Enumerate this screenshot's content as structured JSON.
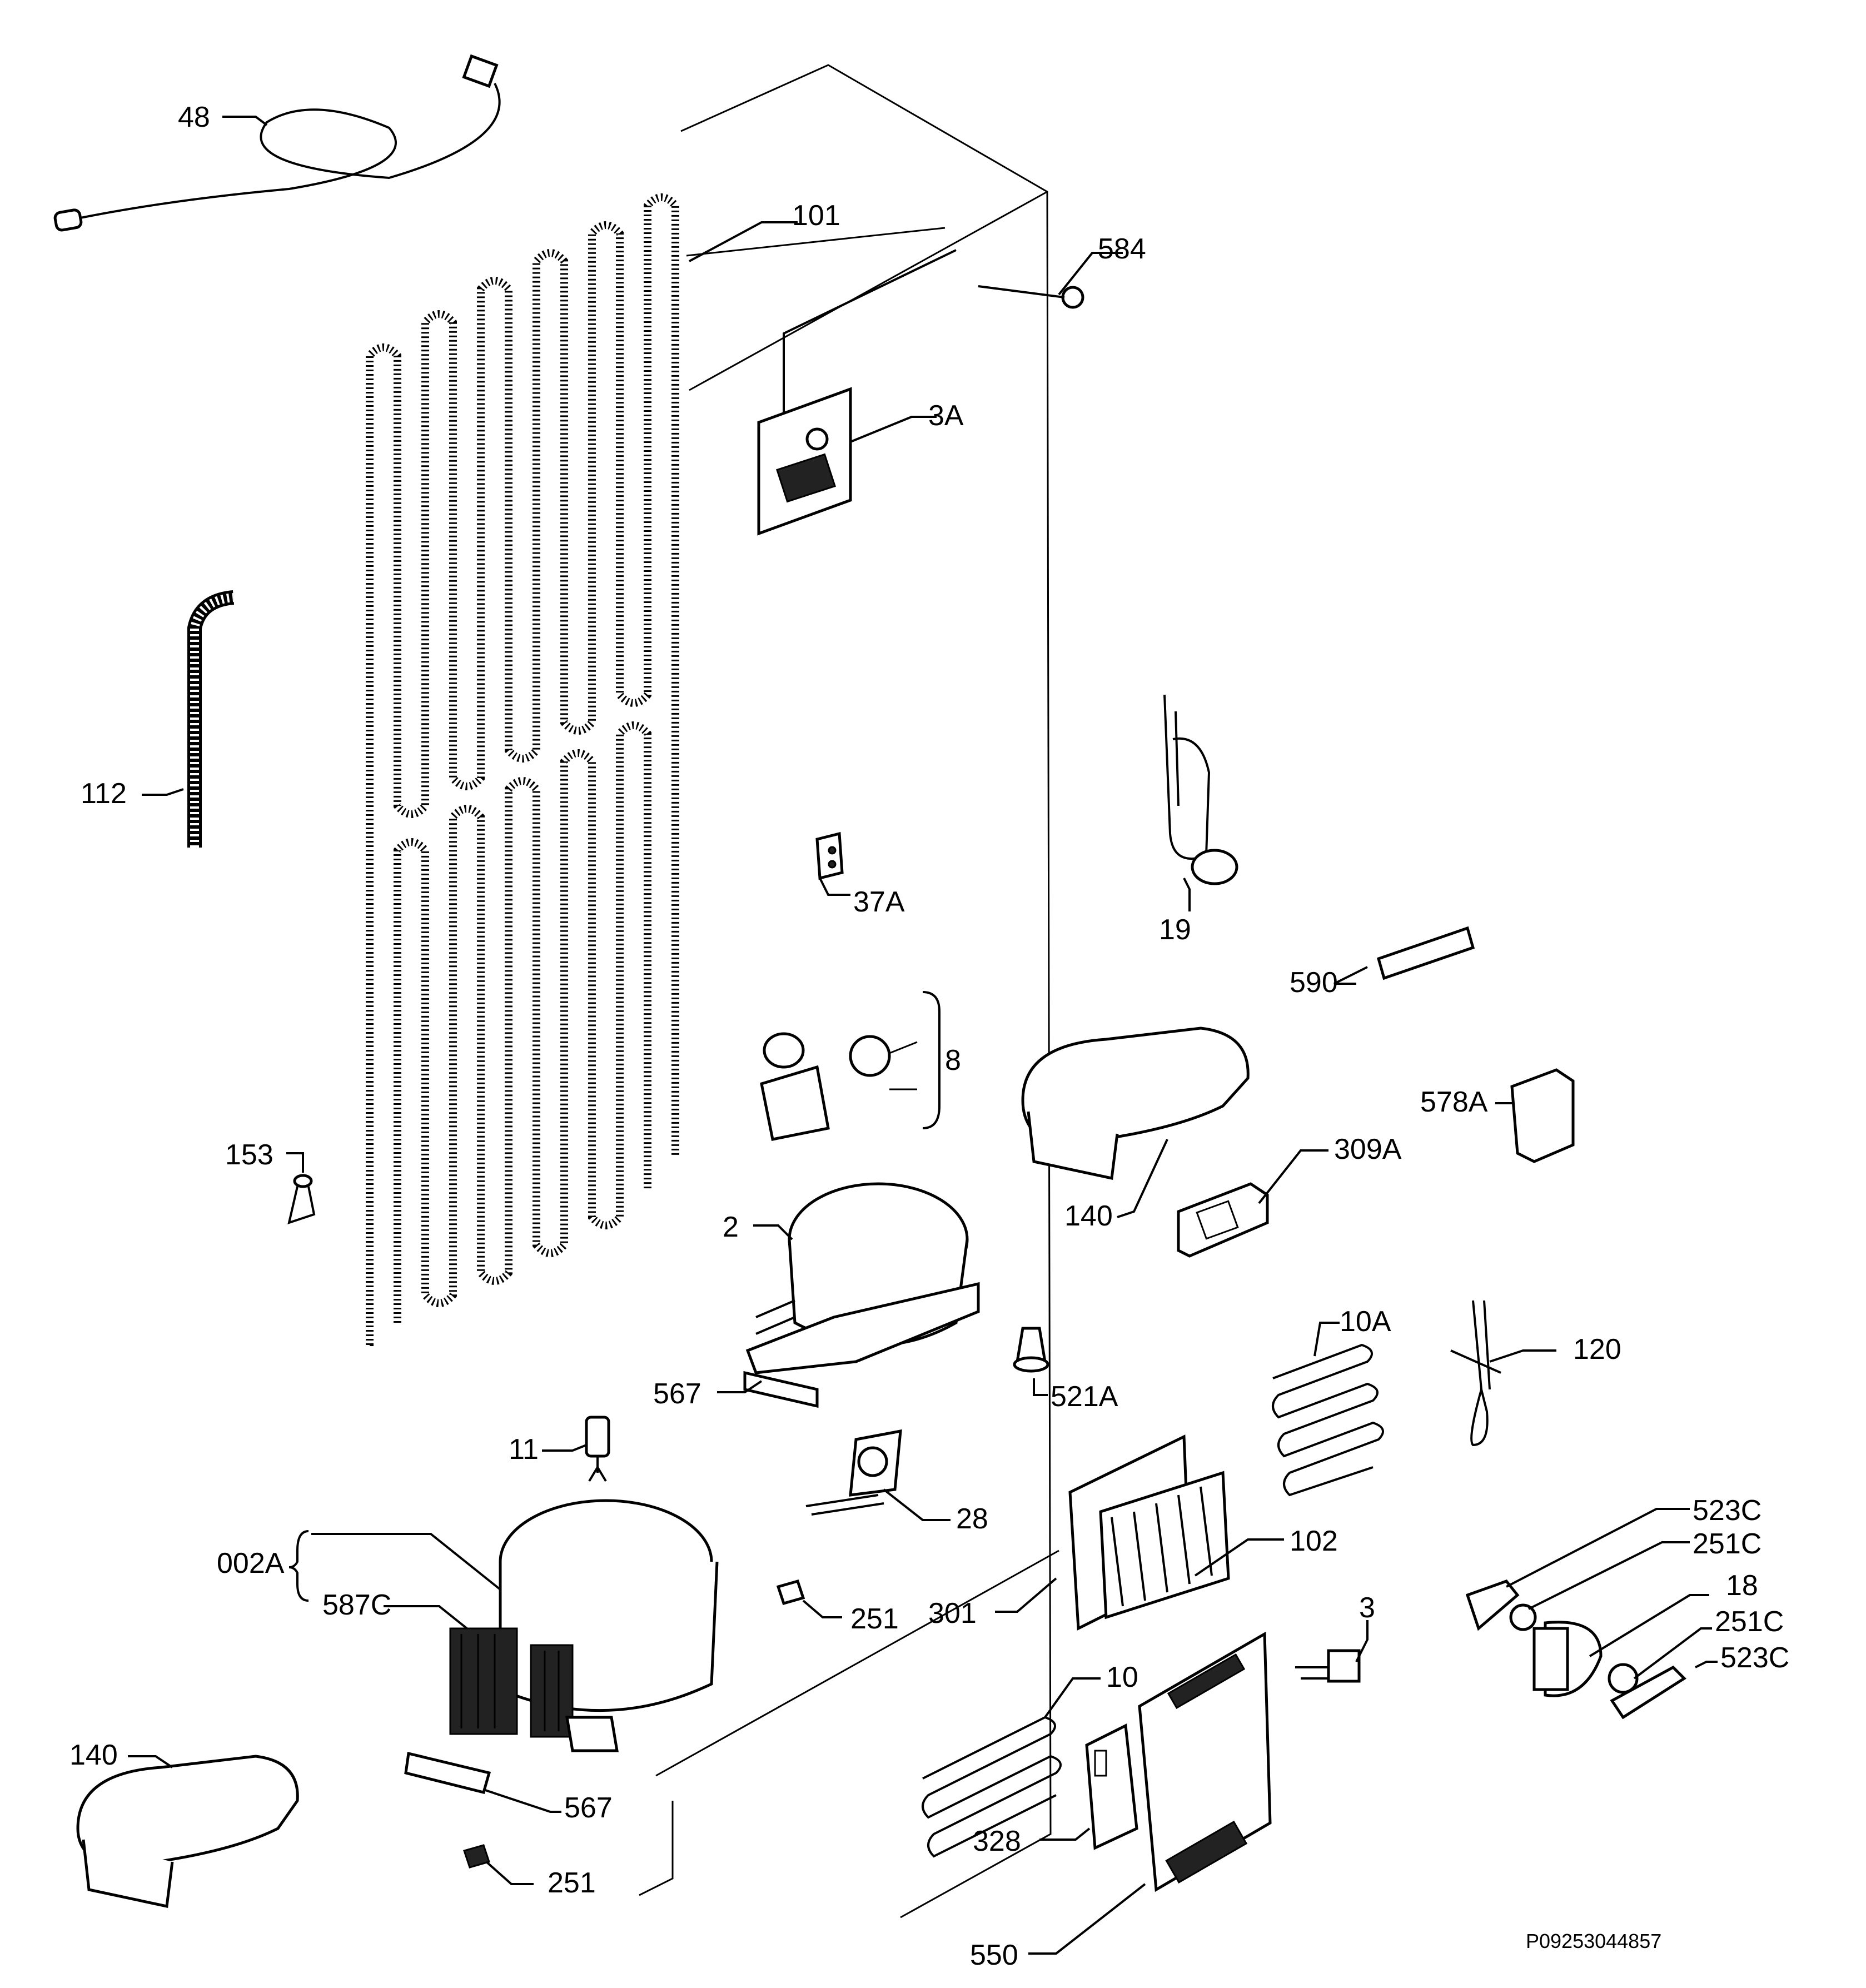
{
  "diagram": {
    "reference_code": "P09253044857",
    "labels": {
      "p48": "48",
      "p101": "101",
      "p584": "584",
      "p3A": "3A",
      "p112": "112",
      "p37A": "37A",
      "p19": "19",
      "p590": "590",
      "p8": "8",
      "p578A": "578A",
      "p153": "153",
      "p140_top": "140",
      "p309A": "309A",
      "p2": "2",
      "p10A": "10A",
      "p120": "120",
      "p567_top": "567",
      "p521A": "521A",
      "p11": "11",
      "p28": "28",
      "p102": "102",
      "p523C_a": "523C",
      "p251C_a": "251C",
      "p002A": "002A",
      "p587C": "587C",
      "p251_mid": "251",
      "p301": "301",
      "p18": "18",
      "p251C_b": "251C",
      "p3": "3",
      "p523C_b": "523C",
      "p10": "10",
      "p140_bottom": "140",
      "p567_bottom": "567",
      "p328": "328",
      "p251_bottom": "251",
      "p550": "550"
    }
  }
}
